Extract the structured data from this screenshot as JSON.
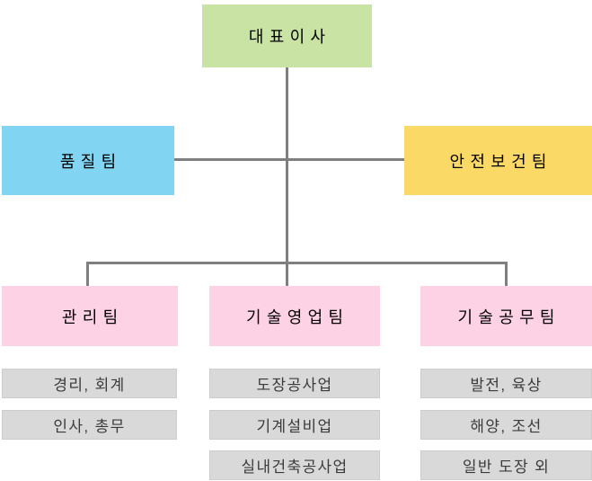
{
  "colors": {
    "background": "#ffffff",
    "green": "#c8e3a4",
    "blue": "#82d5f2",
    "yellow": "#fbd966",
    "pink": "#fed2e5",
    "gray": "#d9d9d9",
    "line": "#7f7f7f"
  },
  "org": {
    "root": {
      "label": "대표이사"
    },
    "staff": [
      {
        "label": "품질팀"
      },
      {
        "label": "안전보건팀"
      }
    ],
    "departments": [
      {
        "label": "관리팀",
        "items": [
          "경리, 회계",
          "인사, 총무"
        ]
      },
      {
        "label": "기술영업팀",
        "items": [
          "도장공사업",
          "기계설비업",
          "실내건축공사업"
        ]
      },
      {
        "label": "기술공무팀",
        "items": [
          "발전, 육상",
          "해양, 조선",
          "일반 도장 외"
        ]
      }
    ]
  }
}
